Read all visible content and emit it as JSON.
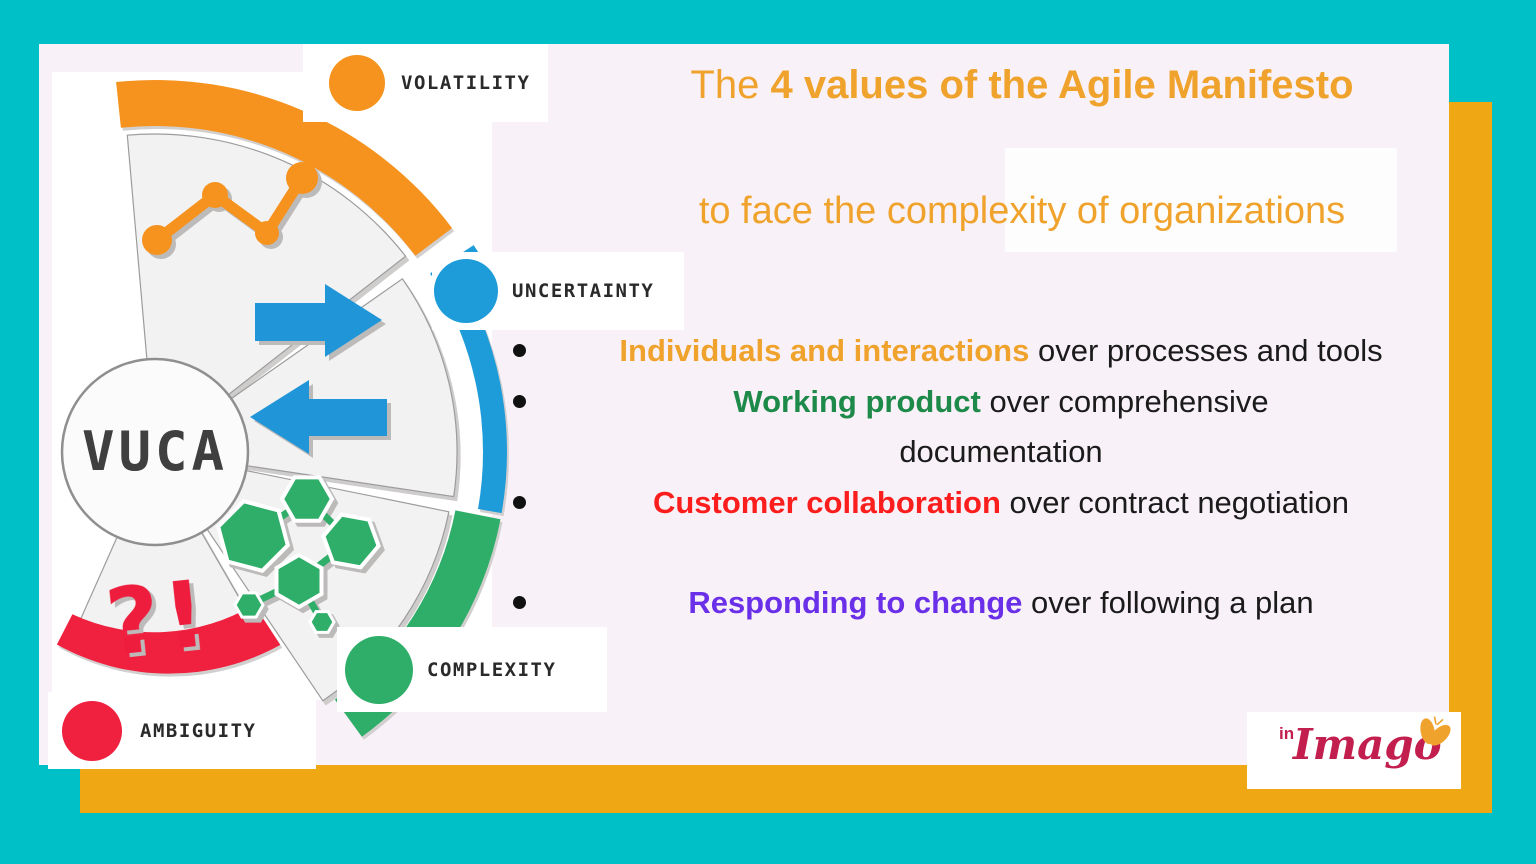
{
  "slide": {
    "title_prefix": "The ",
    "title_bold": "4 values of the Agile Manifesto",
    "subtitle": "to face the complexity of organizations"
  },
  "vuca": {
    "center_label": "VUCA",
    "question_icon_text": "?!",
    "labels": [
      {
        "name": "VOLATILITY",
        "color": "#F6921E"
      },
      {
        "name": "UNCERTAINTY",
        "color": "#1E9CD9"
      },
      {
        "name": "COMPLEXITY",
        "color": "#2FAE69"
      },
      {
        "name": "AMBIGUITY",
        "color": "#F0203F"
      }
    ],
    "icons": [
      "line-chart-icon",
      "exchange-arrows-icon",
      "hexagon-network-icon",
      "question-exclamation-icon"
    ]
  },
  "values": [
    {
      "highlight": "Individuals and interactions",
      "rest": " over processes and tools",
      "color": "#F0A32C"
    },
    {
      "highlight": "Working product",
      "rest": " over comprehensive documentation",
      "color": "#1E8A4A"
    },
    {
      "highlight": "Customer collaboration",
      "rest": " over contract negotiation",
      "color": "#FC1D1D"
    },
    {
      "highlight": "Responding to change",
      "rest": " over following a plan",
      "color": "#6A2FE8"
    }
  ],
  "logo": {
    "prefix": "in",
    "name": "Imago",
    "accent_color": "#C21E4E",
    "butterfly_color": "#F0A32C"
  },
  "colors": {
    "background_teal": "#00C0C7",
    "accent_orange": "#EFA713",
    "card_pink": "#F9F1F8",
    "title_orange": "#F0A32C",
    "wheel_orange": "#F6921E",
    "wheel_blue": "#1E9CD9",
    "wheel_green": "#2FAE69",
    "wheel_red": "#F0203F",
    "body_text": "#1B1B1B"
  }
}
